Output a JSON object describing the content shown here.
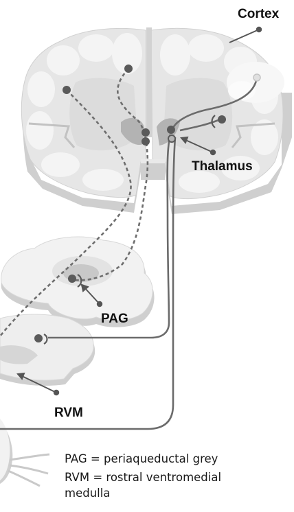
{
  "labels": {
    "cortex": "Cortex",
    "thalamus": "Thalamus",
    "pag": "PAG",
    "rvm": "RVM"
  },
  "legend": {
    "line1": "PAG = periaqueductal grey",
    "line2": "RVM = rostral ventromedial",
    "line3": "medulla"
  },
  "colors": {
    "tissue_light": "#f2f2f2",
    "tissue_mid": "#d9d9d9",
    "tissue_dark": "#a8a8a8",
    "pathway": "#6b6b6b",
    "neuron": "#5a5a5a"
  }
}
